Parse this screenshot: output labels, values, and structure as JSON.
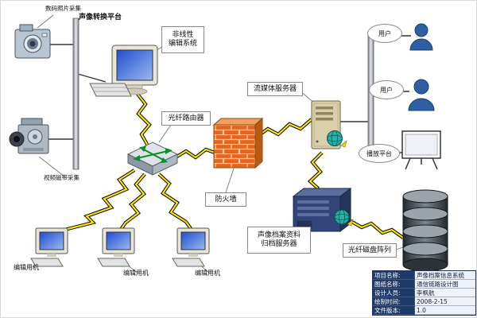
{
  "labels": {
    "photo_capture": "数码照片采集",
    "av_platform": "声像转换平台",
    "nle_line1": "非线性",
    "nle_line2": "编辑系统",
    "router": "光纤路由器",
    "media_server": "流媒体服务器",
    "firewall": "防火墙",
    "archive_line1": "声像档案资料",
    "archive_line2": "归档服务器",
    "disk_array": "光纤磁盘阵列",
    "video_capture": "视频磁带采集",
    "user_top": "用户",
    "user_mid": "用户",
    "playback": "播放平台",
    "ws1": "编辑用机",
    "ws2": "编辑用机",
    "ws3": "编辑用机"
  },
  "title_block": {
    "rows": [
      {
        "key": "项目名称:",
        "value": "声像档案信息系统"
      },
      {
        "key": "图纸名称:",
        "value": "通信链路设计图"
      },
      {
        "key": "设计人员:",
        "value": "李枫航"
      },
      {
        "key": "绘制时间:",
        "value": "2008-2-15"
      },
      {
        "key": "文件版本:",
        "value": "1.0"
      }
    ]
  },
  "colors": {
    "lightning": "#ffe400",
    "firewall_brick": "#e2661c",
    "titleblock_header_bg": "#1f3a68",
    "person_blue": "#2e5fa3",
    "globe_teal": "#27b0a8"
  }
}
